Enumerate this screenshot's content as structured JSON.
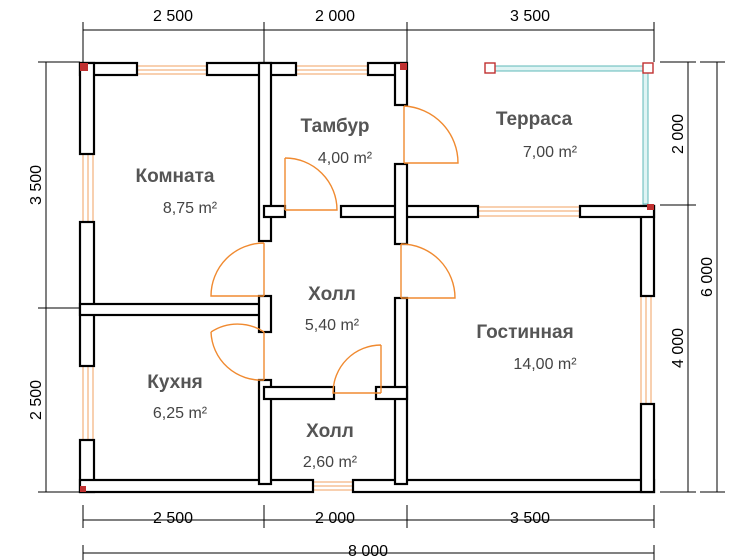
{
  "dimensions": {
    "top": [
      "2 500",
      "2 000",
      "3 500"
    ],
    "bottom": [
      "2 500",
      "2 000",
      "3 500"
    ],
    "total": "8 000",
    "left": [
      "3 500",
      "2 500"
    ],
    "right_inner": [
      "2 000",
      "4 000"
    ],
    "right_total": "6 000"
  },
  "rooms": [
    {
      "name": "Тамбур",
      "area": "4,00 m²"
    },
    {
      "name": "Терраса",
      "area": "7,00 m²"
    },
    {
      "name": "Комната",
      "area": "8,75 m²"
    },
    {
      "name": "Холл",
      "area": "5,40 m²"
    },
    {
      "name": "Гостинная",
      "area": "14,00 m²"
    },
    {
      "name": "Кухня",
      "area": "6,25 m²"
    },
    {
      "name": "Холл",
      "area": "2,60 m²"
    }
  ],
  "colors": {
    "wall": "#000000",
    "door": "#f08a30",
    "window": "#f0a060",
    "terrace_rail": "#5fb8b8",
    "corner": "#c03030"
  }
}
